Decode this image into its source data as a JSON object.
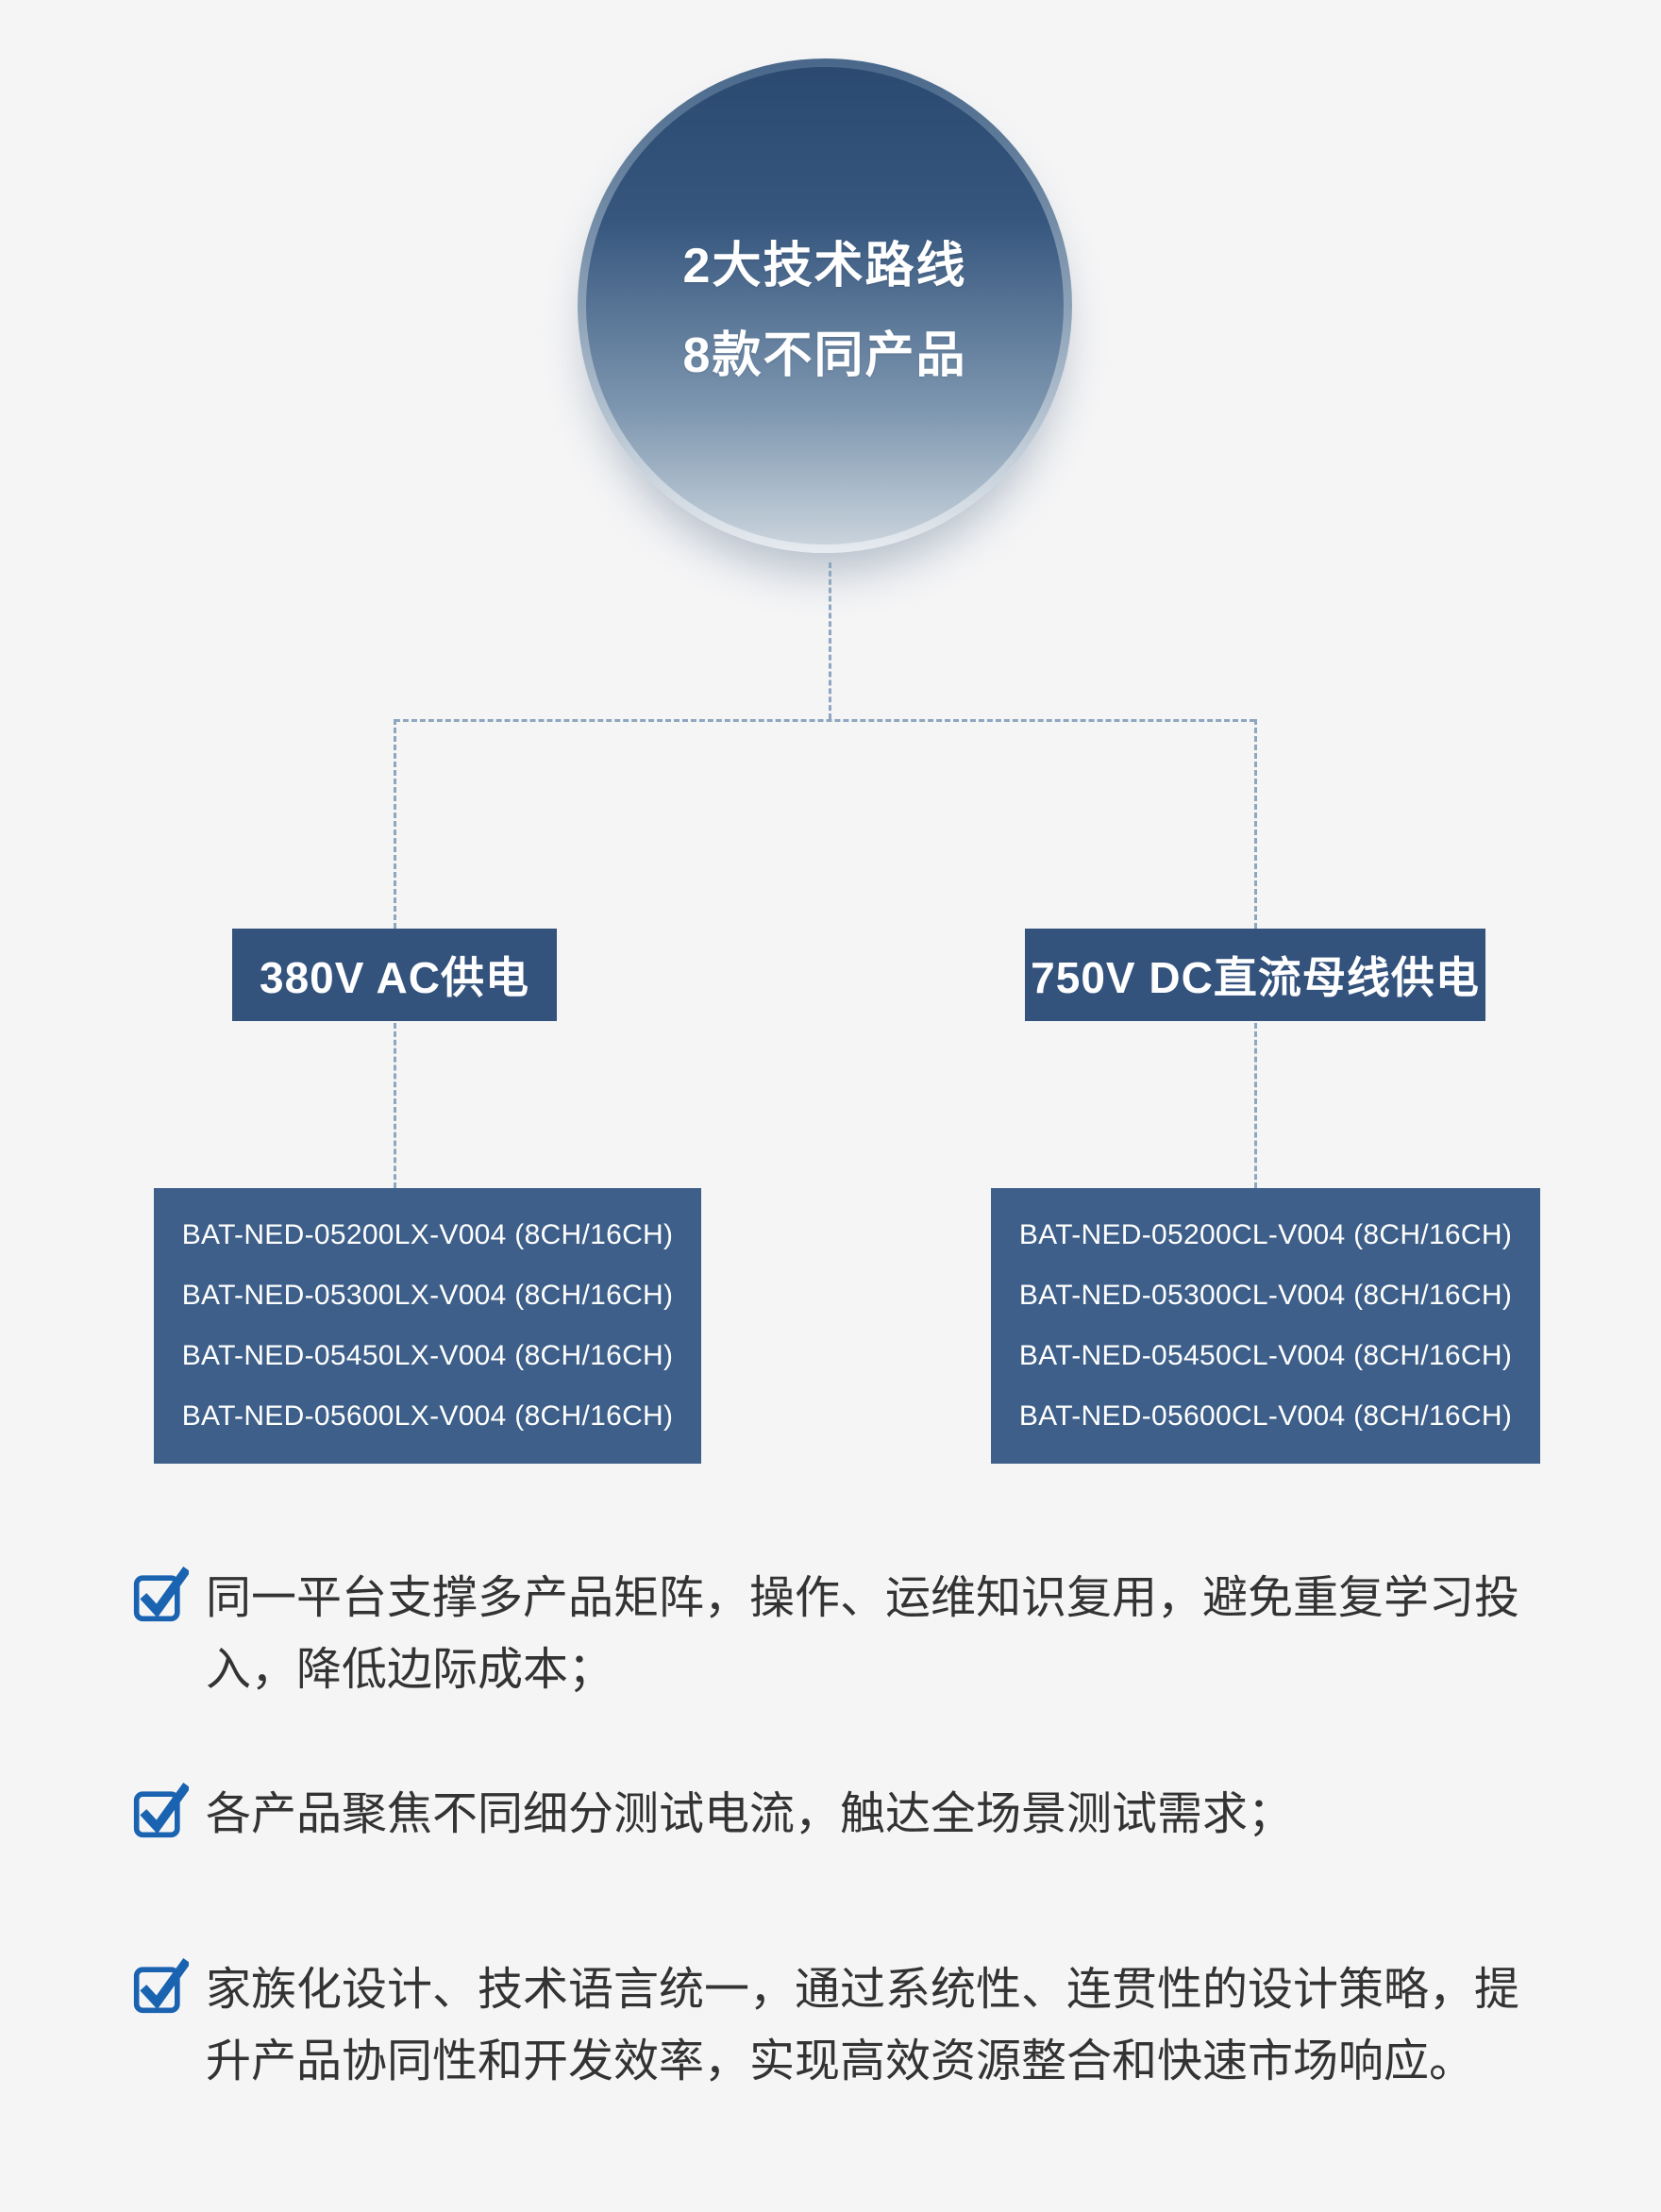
{
  "root_node": {
    "line1": "2大技术路线",
    "line2": "8款不同产品"
  },
  "branches": [
    {
      "header": "380V AC供电",
      "models": [
        "BAT-NED-05200LX-V004 (8CH/16CH)",
        "BAT-NED-05300LX-V004 (8CH/16CH)",
        "BAT-NED-05450LX-V004 (8CH/16CH)",
        "BAT-NED-05600LX-V004 (8CH/16CH)"
      ]
    },
    {
      "header": "750V DC直流母线供电",
      "models": [
        "BAT-NED-05200CL-V004 (8CH/16CH)",
        "BAT-NED-05300CL-V004 (8CH/16CH)",
        "BAT-NED-05450CL-V004 (8CH/16CH)",
        "BAT-NED-05600CL-V004 (8CH/16CH)"
      ]
    }
  ],
  "bullets": [
    "同一平台支撑多产品矩阵，操作、运维知识复用，避免重复学习投入，降低边际成本；",
    "各产品聚焦不同细分测试电流，触达全场景测试需求；",
    "家族化设计、技术语言统一，通过系统性、连贯性的设计策略，提升产品协同性和开发效率，实现高效资源整合和快速市场响应。"
  ],
  "colors": {
    "page_bg": "#f5f5f6",
    "header_box": "#33527c",
    "list_box": "#3d5f8a",
    "circle_top": "#2b4a70",
    "circle_bottom": "#c9d3dc",
    "check_blue": "#1a63b1",
    "connector": "#8ea6bf",
    "body_text": "#333333"
  }
}
